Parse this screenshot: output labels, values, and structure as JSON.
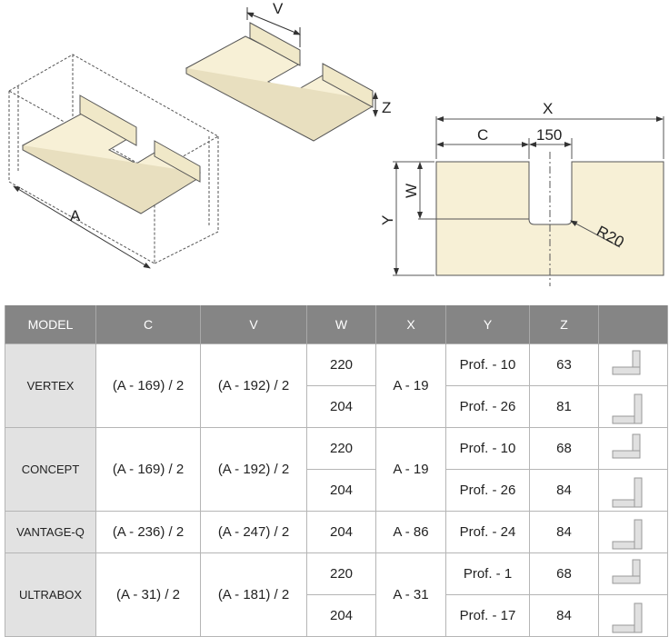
{
  "diagram": {
    "labels": {
      "v": "V",
      "z": "Z",
      "a": "A",
      "x": "X",
      "c": "C",
      "slot": "150",
      "w": "W",
      "y": "Y",
      "radius": "R20"
    },
    "colors": {
      "panel": "#f7f0d6",
      "outline": "#444444"
    }
  },
  "table": {
    "headers": [
      "MODEL",
      "C",
      "V",
      "W",
      "X",
      "Y",
      "Z",
      ""
    ],
    "models": [
      {
        "model": "VERTEX",
        "c": "(A - 169) / 2",
        "v": "(A - 192) / 2",
        "x": "A - 19",
        "rows": [
          {
            "w": "220",
            "y": "Prof. - 10",
            "z": "63",
            "icon": "profile-overlap-icon"
          },
          {
            "w": "204",
            "y": "Prof. - 26",
            "z": "81",
            "icon": "profile-inset-icon"
          }
        ]
      },
      {
        "model": "CONCEPT",
        "c": "(A - 169) / 2",
        "v": "(A - 192) / 2",
        "x": "A - 19",
        "rows": [
          {
            "w": "220",
            "y": "Prof. - 10",
            "z": "68",
            "icon": "profile-overlap-icon"
          },
          {
            "w": "204",
            "y": "Prof. - 26",
            "z": "84",
            "icon": "profile-inset-icon"
          }
        ]
      },
      {
        "model": "VANTAGE-Q",
        "c": "(A - 236) / 2",
        "v": "(A - 247) / 2",
        "x": "A - 86",
        "rows": [
          {
            "w": "204",
            "y": "Prof. - 24",
            "z": "84",
            "icon": "profile-inset-icon"
          }
        ]
      },
      {
        "model": "ULTRABOX",
        "c": "(A - 31) / 2",
        "v": "(A - 181) / 2",
        "x": "A - 31",
        "rows": [
          {
            "w": "220",
            "y": "Prof. - 1",
            "z": "68",
            "icon": "profile-overlap-icon"
          },
          {
            "w": "204",
            "y": "Prof. - 17",
            "z": "84",
            "icon": "profile-inset-icon"
          }
        ]
      }
    ]
  }
}
